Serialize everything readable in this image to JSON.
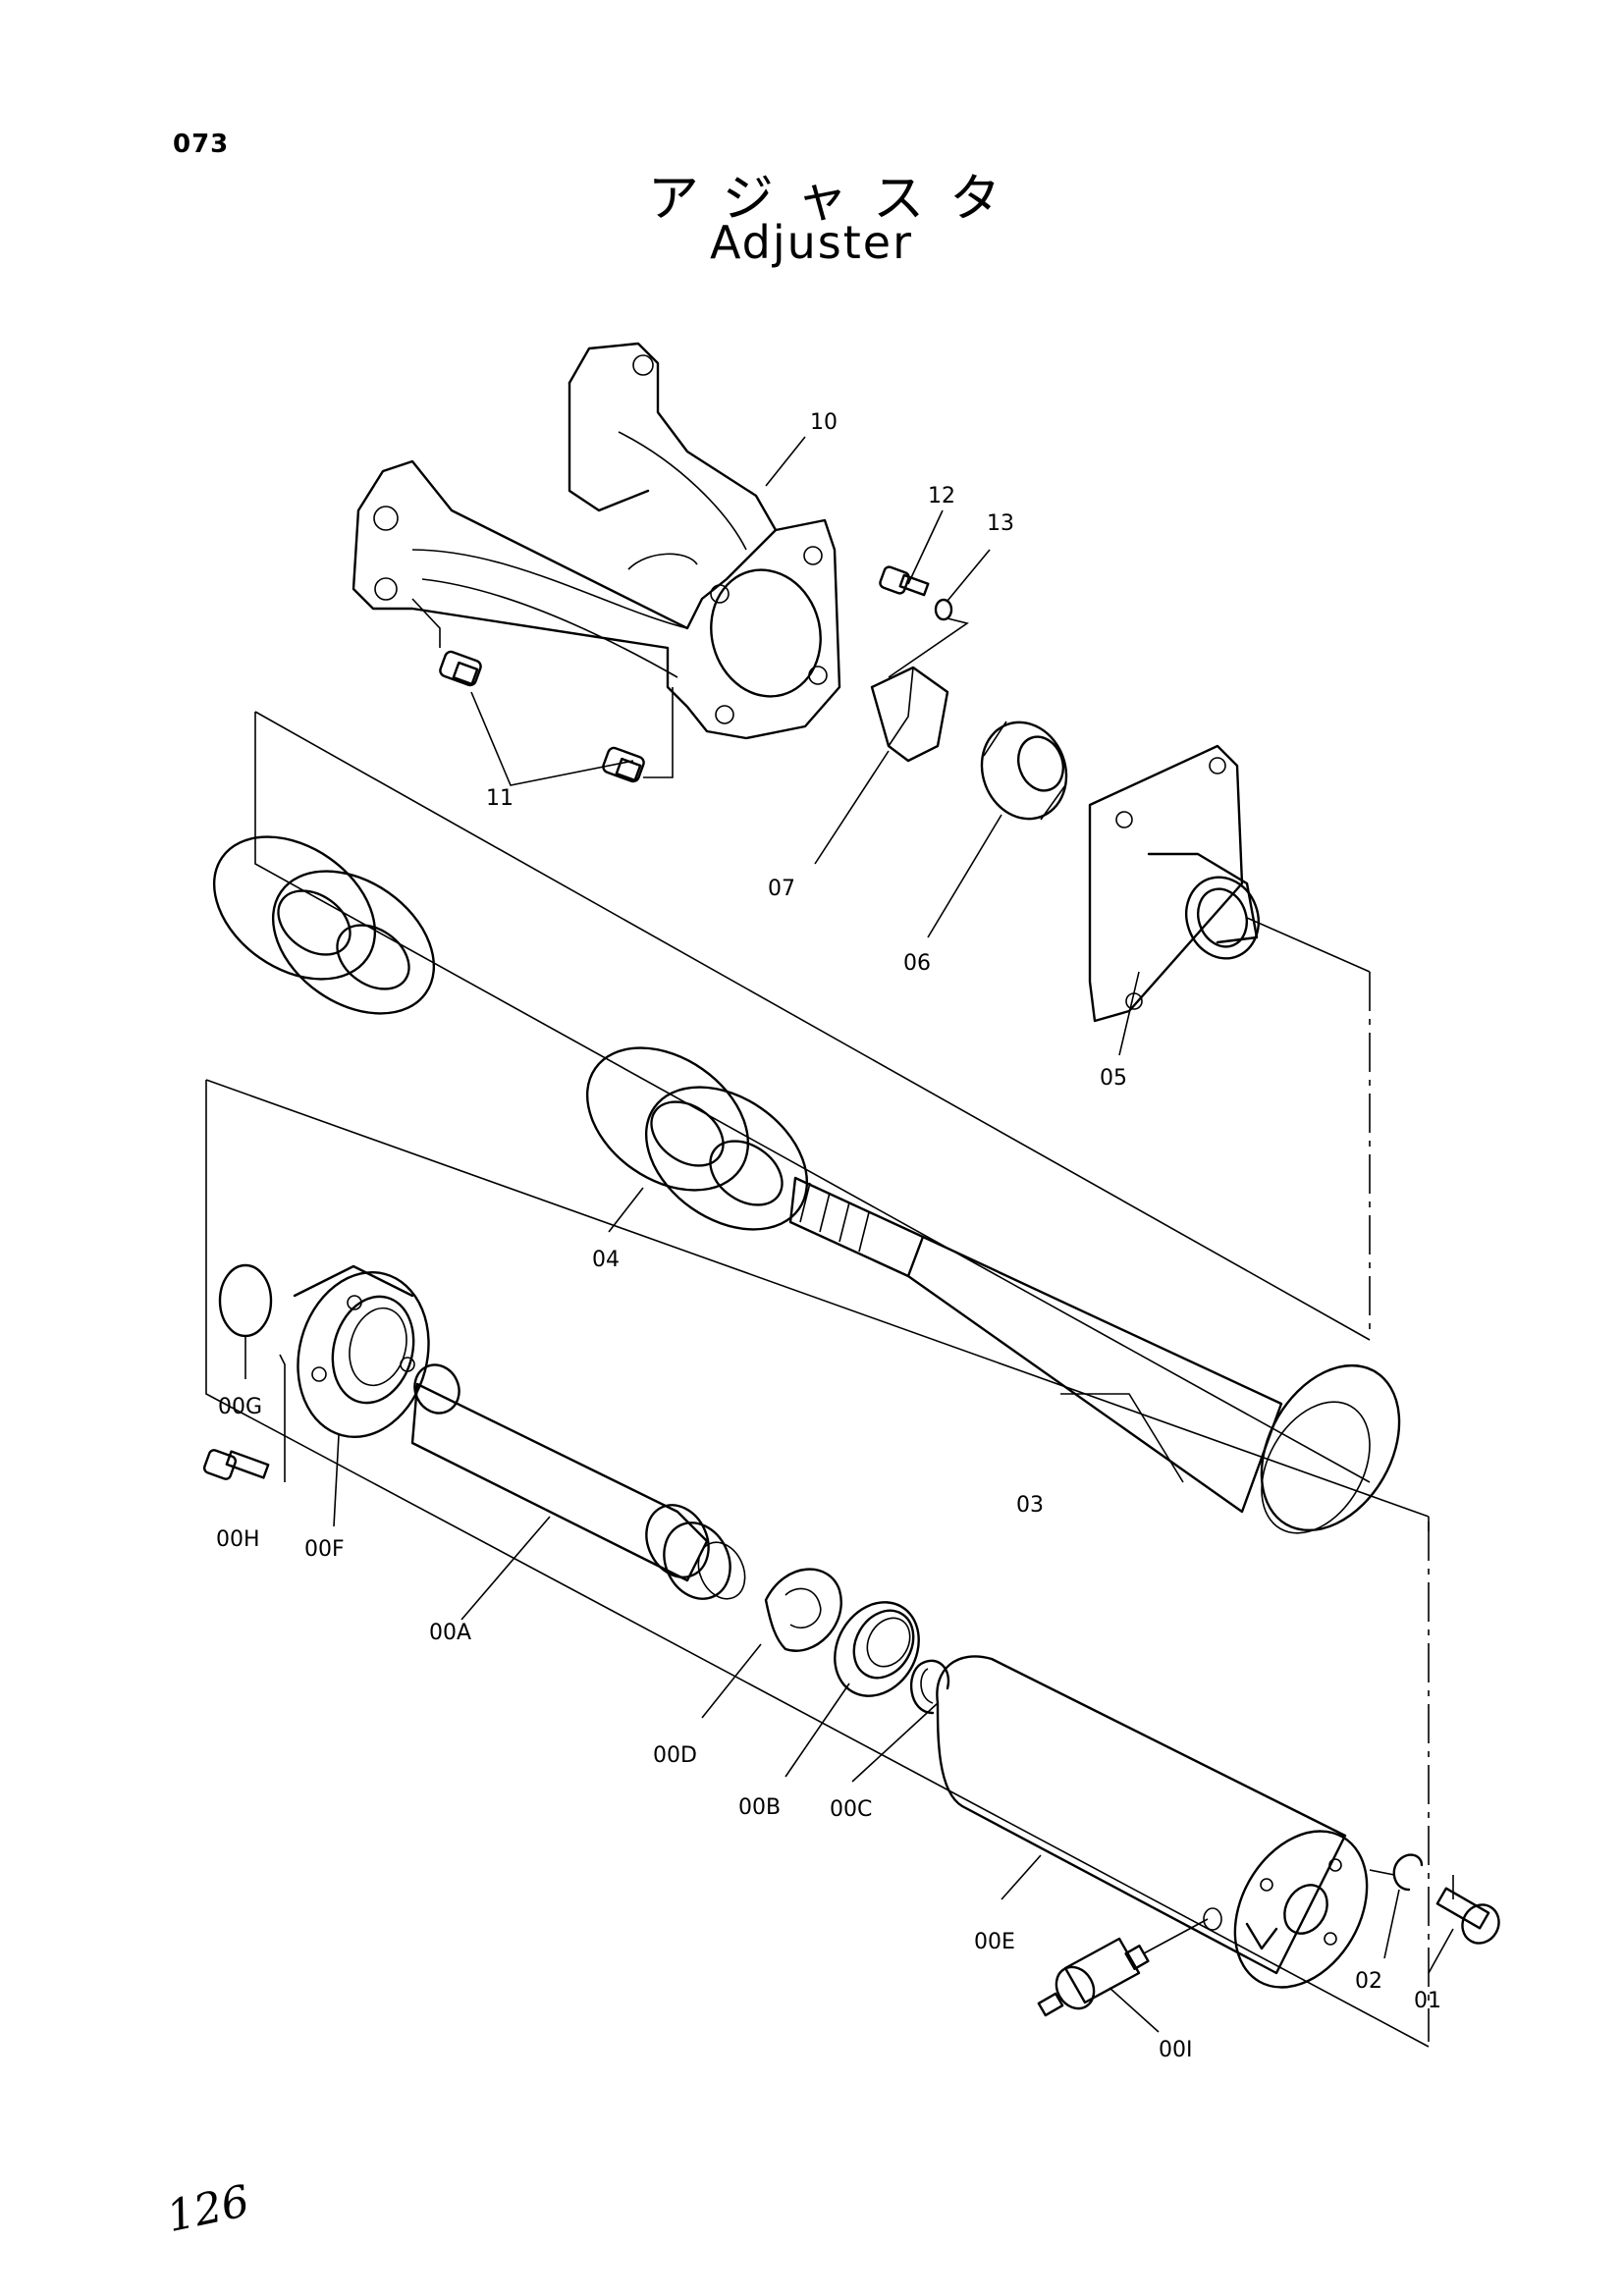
{
  "page_number": "073",
  "title_jp": "アジャスタ",
  "title_en": "Adjuster",
  "handwritten_note": "126",
  "parts": [
    {
      "id": "10",
      "name": "bracket-icon"
    },
    {
      "id": "12",
      "name": "bolt-icon"
    },
    {
      "id": "13",
      "name": "washer-icon"
    },
    {
      "id": "11",
      "name": "bolt-icon"
    },
    {
      "id": "07",
      "name": "plate-icon"
    },
    {
      "id": "06",
      "name": "nut-icon"
    },
    {
      "id": "05",
      "name": "flange-icon"
    },
    {
      "id": "04",
      "name": "spring-icon"
    },
    {
      "id": "03",
      "name": "rod-icon"
    },
    {
      "id": "00G",
      "name": "o-ring-icon"
    },
    {
      "id": "00H",
      "name": "bolt-icon"
    },
    {
      "id": "00F",
      "name": "cover-icon"
    },
    {
      "id": "00A",
      "name": "rod-icon"
    },
    {
      "id": "00D",
      "name": "ring-icon"
    },
    {
      "id": "00B",
      "name": "seal-icon"
    },
    {
      "id": "00C",
      "name": "snap-ring-icon"
    },
    {
      "id": "00E",
      "name": "cylinder-icon"
    },
    {
      "id": "00I",
      "name": "valve-icon"
    },
    {
      "id": "02",
      "name": "washer-icon"
    },
    {
      "id": "01",
      "name": "bolt-icon"
    }
  ]
}
